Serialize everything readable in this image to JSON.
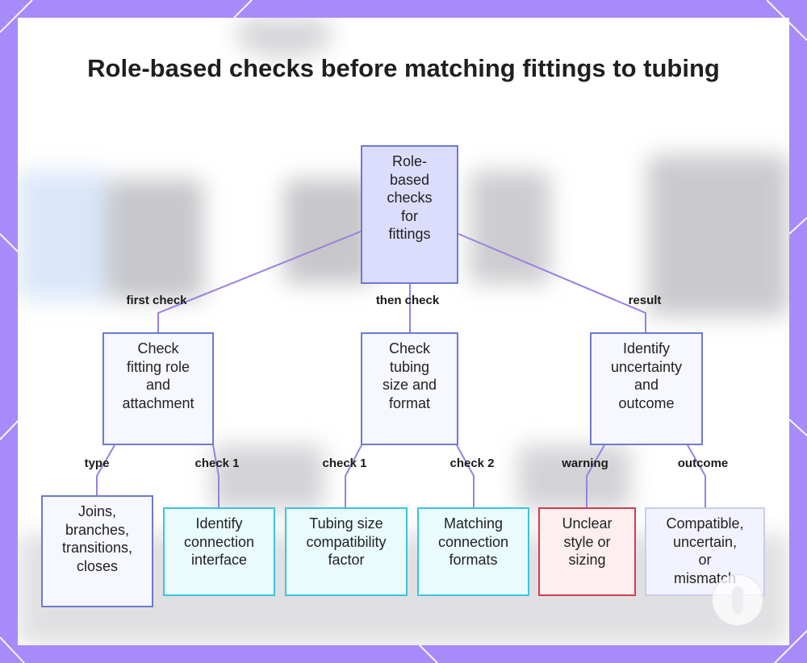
{
  "title": "Role-based checks before matching fittings to tubing",
  "colors": {
    "frame": "#a78bfa",
    "connector": "#9b7fe0",
    "root_fill": "#dcdcfc",
    "node_border": "#6b7bd0",
    "cyan_border": "#3cc4dc",
    "red_border": "#d33c4c"
  },
  "nodes": {
    "root": {
      "lines": [
        "Role-",
        "based",
        "checks",
        "for",
        "fittings"
      ]
    },
    "check_role": {
      "lines": [
        "Check",
        "fitting role",
        "and",
        "attachment"
      ]
    },
    "check_tubing": {
      "lines": [
        "Check",
        "tubing",
        "size and",
        "format"
      ]
    },
    "identify": {
      "lines": [
        "Identify",
        "uncertainty",
        "and",
        "outcome"
      ]
    },
    "joins": {
      "lines": [
        "Joins,",
        "branches,",
        "transitions,",
        "closes"
      ]
    },
    "interface": {
      "lines": [
        "Identify",
        "connection",
        "interface"
      ]
    },
    "tubing_size": {
      "lines": [
        "Tubing size",
        "compatibility",
        "factor"
      ]
    },
    "formats": {
      "lines": [
        "Matching",
        "connection",
        "formats"
      ]
    },
    "unclear": {
      "lines": [
        "Unclear",
        "style or",
        "sizing"
      ]
    },
    "compatible": {
      "lines": [
        "Compatible,",
        "uncertain,",
        "or",
        "mismatch"
      ]
    }
  },
  "edge_labels": {
    "first_check": "first check",
    "then_check": "then check",
    "result": "result",
    "type": "type",
    "check1_a": "check 1",
    "check1_b": "check 1",
    "check2": "check 2",
    "warning": "warning",
    "outcome": "outcome"
  }
}
